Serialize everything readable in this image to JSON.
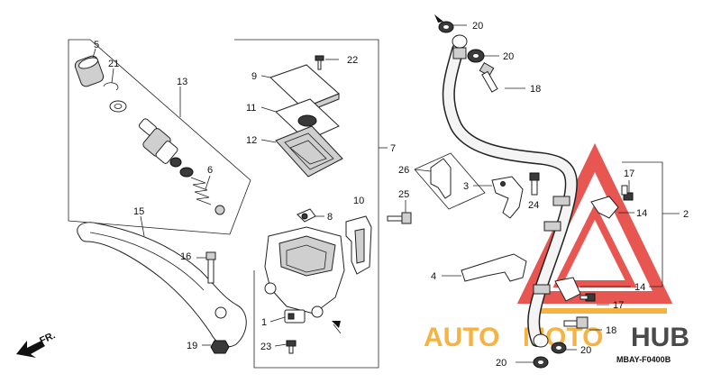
{
  "diagram": {
    "code": "MBAY-F0400B",
    "front_marker": "FR.",
    "callouts": [
      {
        "id": "c5",
        "text": "5"
      },
      {
        "id": "c21",
        "text": "21"
      },
      {
        "id": "c13",
        "text": "13"
      },
      {
        "id": "c6",
        "text": "6"
      },
      {
        "id": "c15",
        "text": "15"
      },
      {
        "id": "c16",
        "text": "16"
      },
      {
        "id": "c19",
        "text": "19"
      },
      {
        "id": "c9",
        "text": "9"
      },
      {
        "id": "c22",
        "text": "22"
      },
      {
        "id": "c11",
        "text": "11"
      },
      {
        "id": "c12",
        "text": "12"
      },
      {
        "id": "c7",
        "text": "7"
      },
      {
        "id": "c10",
        "text": "10"
      },
      {
        "id": "c8",
        "text": "8"
      },
      {
        "id": "c1",
        "text": "1"
      },
      {
        "id": "c23",
        "text": "23"
      },
      {
        "id": "c20a",
        "text": "20"
      },
      {
        "id": "c20b",
        "text": "20"
      },
      {
        "id": "c18a",
        "text": "18"
      },
      {
        "id": "c26",
        "text": "26"
      },
      {
        "id": "c25",
        "text": "25"
      },
      {
        "id": "c3",
        "text": "3"
      },
      {
        "id": "c24",
        "text": "24"
      },
      {
        "id": "c17a",
        "text": "17"
      },
      {
        "id": "c14a",
        "text": "14"
      },
      {
        "id": "c2",
        "text": "2"
      },
      {
        "id": "c4",
        "text": "4"
      },
      {
        "id": "c14b",
        "text": "14"
      },
      {
        "id": "c17b",
        "text": "17"
      },
      {
        "id": "c18b",
        "text": "18"
      },
      {
        "id": "c20c",
        "text": "20"
      },
      {
        "id": "c20d",
        "text": "20"
      }
    ]
  },
  "watermark": {
    "text_auto": "AUTO",
    "text_moto": "MOTO",
    "text_hub": "HUB",
    "colors": {
      "orange": "#f5a623",
      "red": "#e53935",
      "dark": "#2b2b2b"
    }
  }
}
